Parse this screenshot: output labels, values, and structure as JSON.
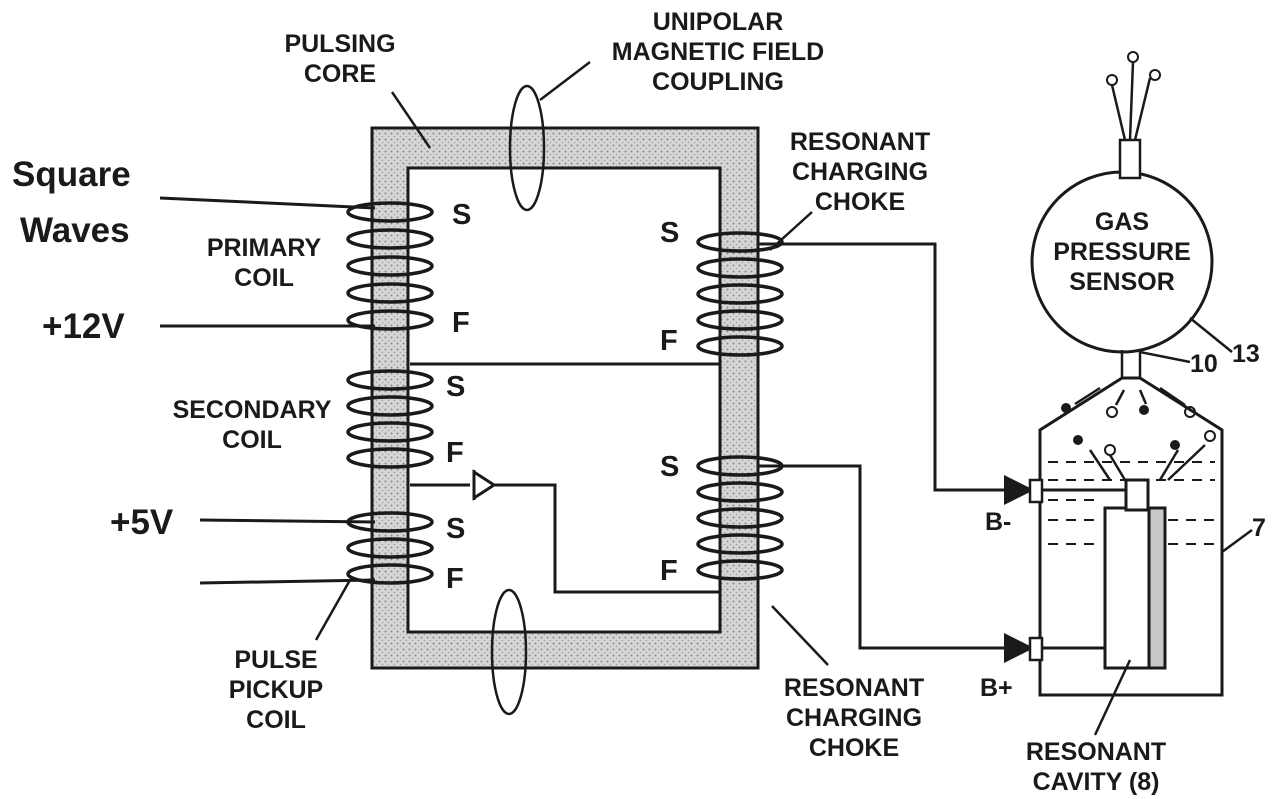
{
  "labels": {
    "pulsing_core_1": "PULSING",
    "pulsing_core_2": "CORE",
    "unipolar_1": "UNIPOLAR",
    "unipolar_2": "MAGNETIC FIELD",
    "unipolar_3": "COUPLING",
    "choke_top_1": "RESONANT",
    "choke_top_2": "CHARGING",
    "choke_top_3": "CHOKE",
    "square": "Square",
    "waves": "Waves",
    "primary_1": "PRIMARY",
    "primary_2": "COIL",
    "v12": "+12V",
    "secondary_1": "SECONDARY",
    "secondary_2": "COIL",
    "v5": "+5V",
    "pickup_1": "PULSE",
    "pickup_2": "PICKUP",
    "pickup_3": "COIL",
    "choke_bot_1": "RESONANT",
    "choke_bot_2": "CHARGING",
    "choke_bot_3": "CHOKE",
    "sensor_1": "GAS",
    "sensor_2": "PRESSURE",
    "sensor_3": "SENSOR",
    "n10": "10",
    "n13": "13",
    "n7": "7",
    "b_minus": "B-",
    "b_plus": "B+",
    "cavity_1": "RESONANT",
    "cavity_2": "CAVITY (8)",
    "s_primary": "S",
    "f_primary": "F",
    "s_secondary": "S",
    "f_secondary": "F",
    "s_pickup": "S",
    "f_pickup": "F",
    "s_choke_top": "S",
    "f_choke_top": "F",
    "s_choke_bot": "S",
    "f_choke_bot": "F"
  },
  "colors": {
    "ink": "#1a1a1a",
    "core_fill": "#cfcfcf"
  }
}
